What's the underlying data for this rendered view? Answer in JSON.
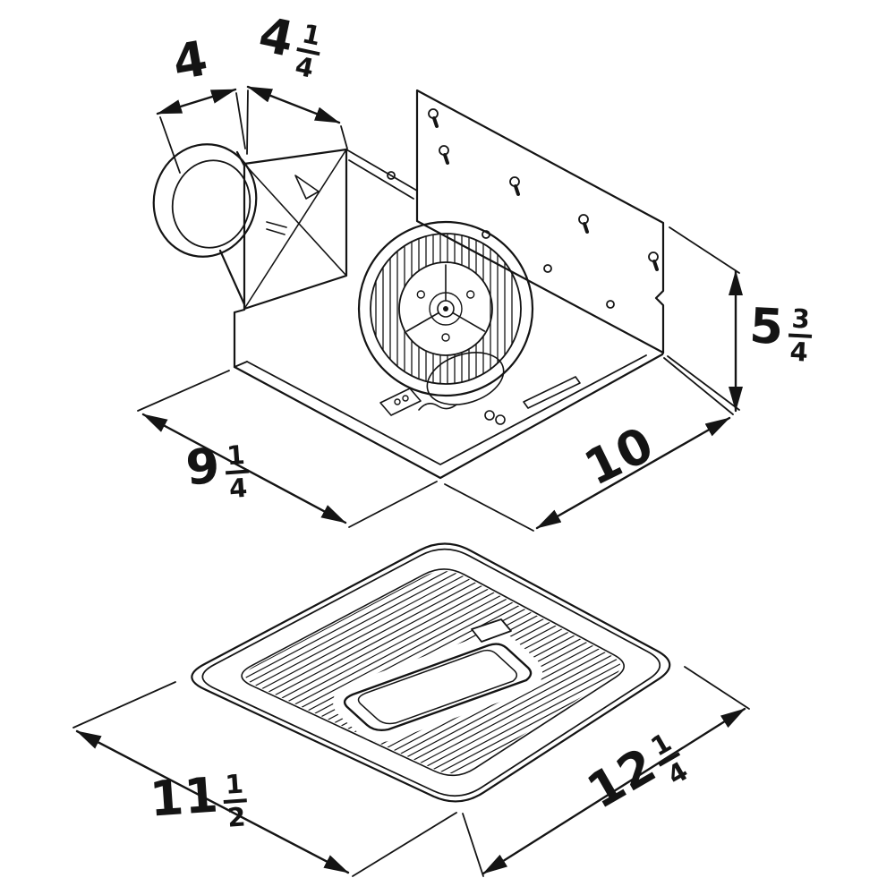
{
  "drawing_title": "exhaust-fan-dimension-diagram",
  "colors": {
    "line": "#141414",
    "background": "#ffffff"
  },
  "dims": {
    "duct_diameter": {
      "whole": "4"
    },
    "duct_projection": {
      "whole": "4",
      "num": "1",
      "den": "4"
    },
    "housing_height": {
      "whole": "5",
      "num": "3",
      "den": "4"
    },
    "housing_depth": {
      "whole": "9",
      "num": "1",
      "den": "4"
    },
    "housing_width": {
      "whole": "10"
    },
    "grille_depth": {
      "whole": "11",
      "num": "1",
      "den": "2"
    },
    "grille_width": {
      "whole": "12",
      "num": "1",
      "den": "4"
    }
  }
}
